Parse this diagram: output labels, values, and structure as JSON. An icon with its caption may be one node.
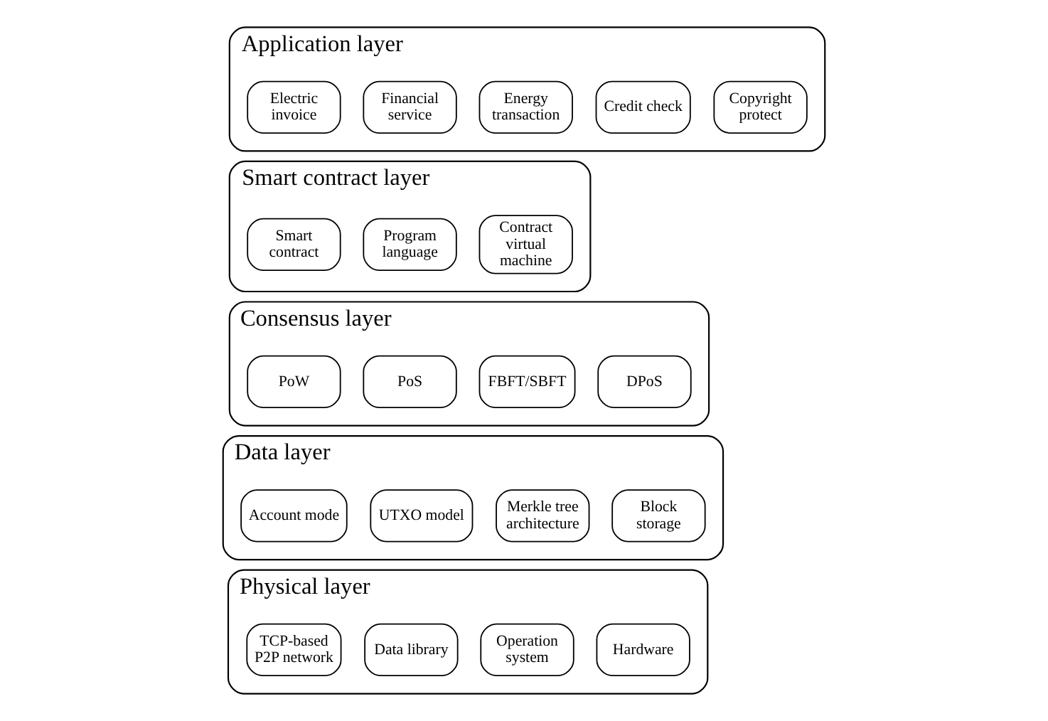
{
  "diagram": {
    "nodes": [
      {
        "text": [
          "Application layer"
        ]
      },
      {
        "text": [
          "Electric invoice"
        ],
        "in": 0
      },
      {
        "text": [
          "Financial service"
        ],
        "in": 0
      },
      {
        "text": [
          "Energy transaction"
        ],
        "in": 0
      },
      {
        "text": [
          "Credit check"
        ],
        "in": 0
      },
      {
        "text": [
          "Copyright protect"
        ],
        "in": 0
      },
      {
        "text": [
          "Smart contract layer"
        ]
      },
      {
        "text": [
          "Smart contract"
        ],
        "in": 6
      },
      {
        "text": [
          "Program language"
        ],
        "in": 6
      },
      {
        "text": [
          "Contract virtual machine"
        ],
        "in": 6
      },
      {
        "text": [
          "Consensus layer"
        ]
      },
      {
        "text": [
          "PoW"
        ],
        "in": 10
      },
      {
        "text": [
          "PoS"
        ],
        "in": 10
      },
      {
        "text": [
          "FBFT/SBFT"
        ],
        "in": 10
      },
      {
        "text": [
          "DPoS"
        ],
        "in": 10
      },
      {
        "text": [
          "Data layer"
        ]
      },
      {
        "text": [
          "Account mode"
        ],
        "in": 15
      },
      {
        "text": [
          "UTXO model"
        ],
        "in": 15
      },
      {
        "text": [
          "Merkle tree architecture"
        ],
        "in": 15
      },
      {
        "text": [
          "Block storage"
        ],
        "in": 15
      },
      {
        "text": [
          "Physical layer"
        ]
      },
      {
        "text": [
          "TCP-based P2P network"
        ],
        "in": 20
      },
      {
        "text": [
          "Data library"
        ],
        "in": 20
      },
      {
        "text": [
          "Operation system"
        ],
        "in": 20
      },
      {
        "text": [
          "Hardware"
        ],
        "in": 20
      }
    ]
  }
}
